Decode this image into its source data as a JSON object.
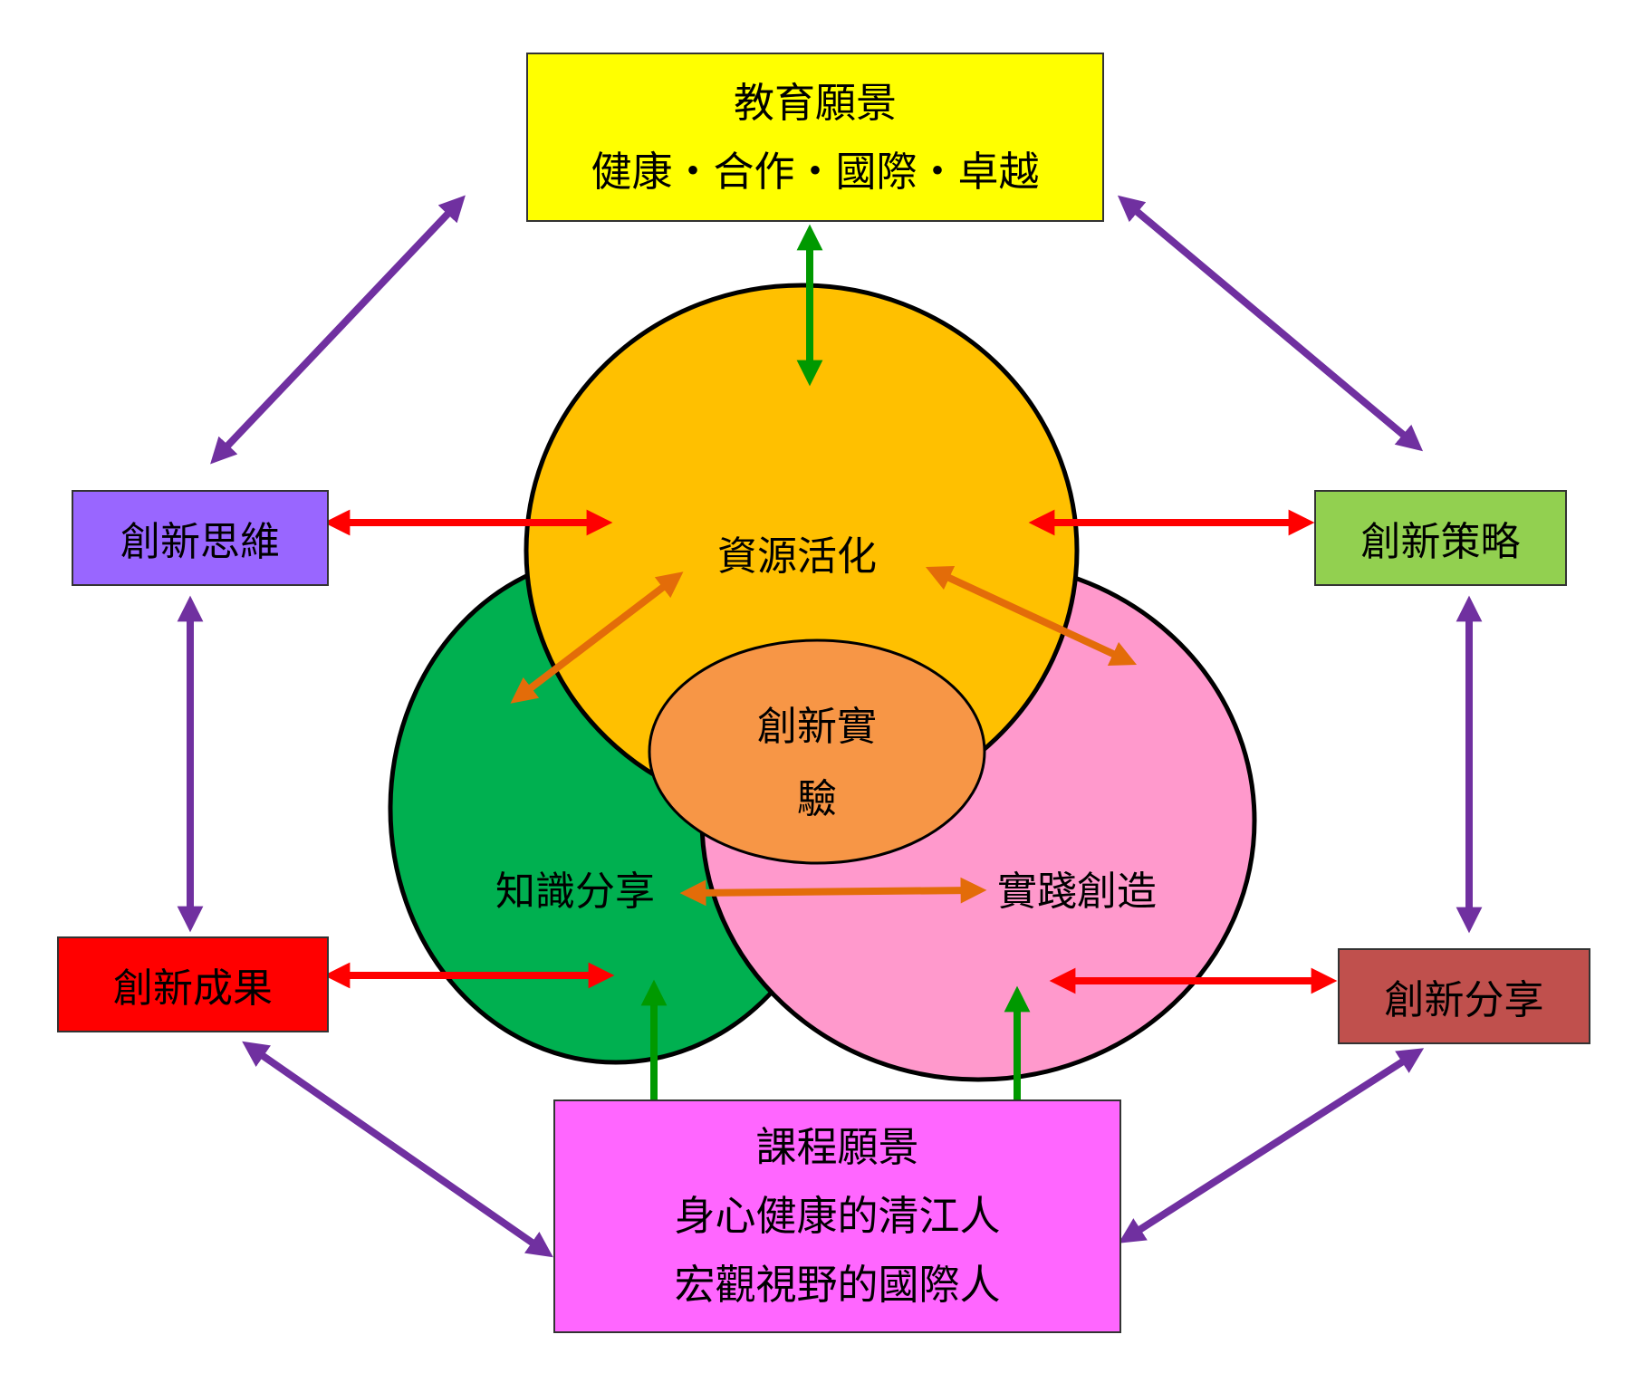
{
  "education_vision": {
    "title": "教育願景",
    "values": "健康・合作・國際・卓越",
    "color": "#FFFF00"
  },
  "curriculum_vision": {
    "title": "課程願景",
    "line1": "身心健康的清江人",
    "line2": "宏觀視野的國際人",
    "color": "#FF66FF"
  },
  "innovation_boxes": {
    "thinking": {
      "label": "創新思維",
      "color": "#9966FF"
    },
    "strategy": {
      "label": "創新策略",
      "color": "#92D050"
    },
    "results": {
      "label": "創新成果",
      "color": "#FF0000"
    },
    "sharing": {
      "label": "創新分享",
      "color": "#C0504D"
    }
  },
  "circles": {
    "resource": {
      "label": "資源活化",
      "color": "#FFC000"
    },
    "knowledge": {
      "label": "知識分享",
      "color": "#00B050"
    },
    "practice": {
      "label": "實踐創造",
      "color": "#FF99CC"
    }
  },
  "core": {
    "line1": "創新實",
    "line2": "驗",
    "color": "#F79646"
  },
  "arrow_colors": {
    "outer": "#7030A0",
    "red": "#FF0000",
    "green": "#009900",
    "orange": "#E36C09"
  }
}
